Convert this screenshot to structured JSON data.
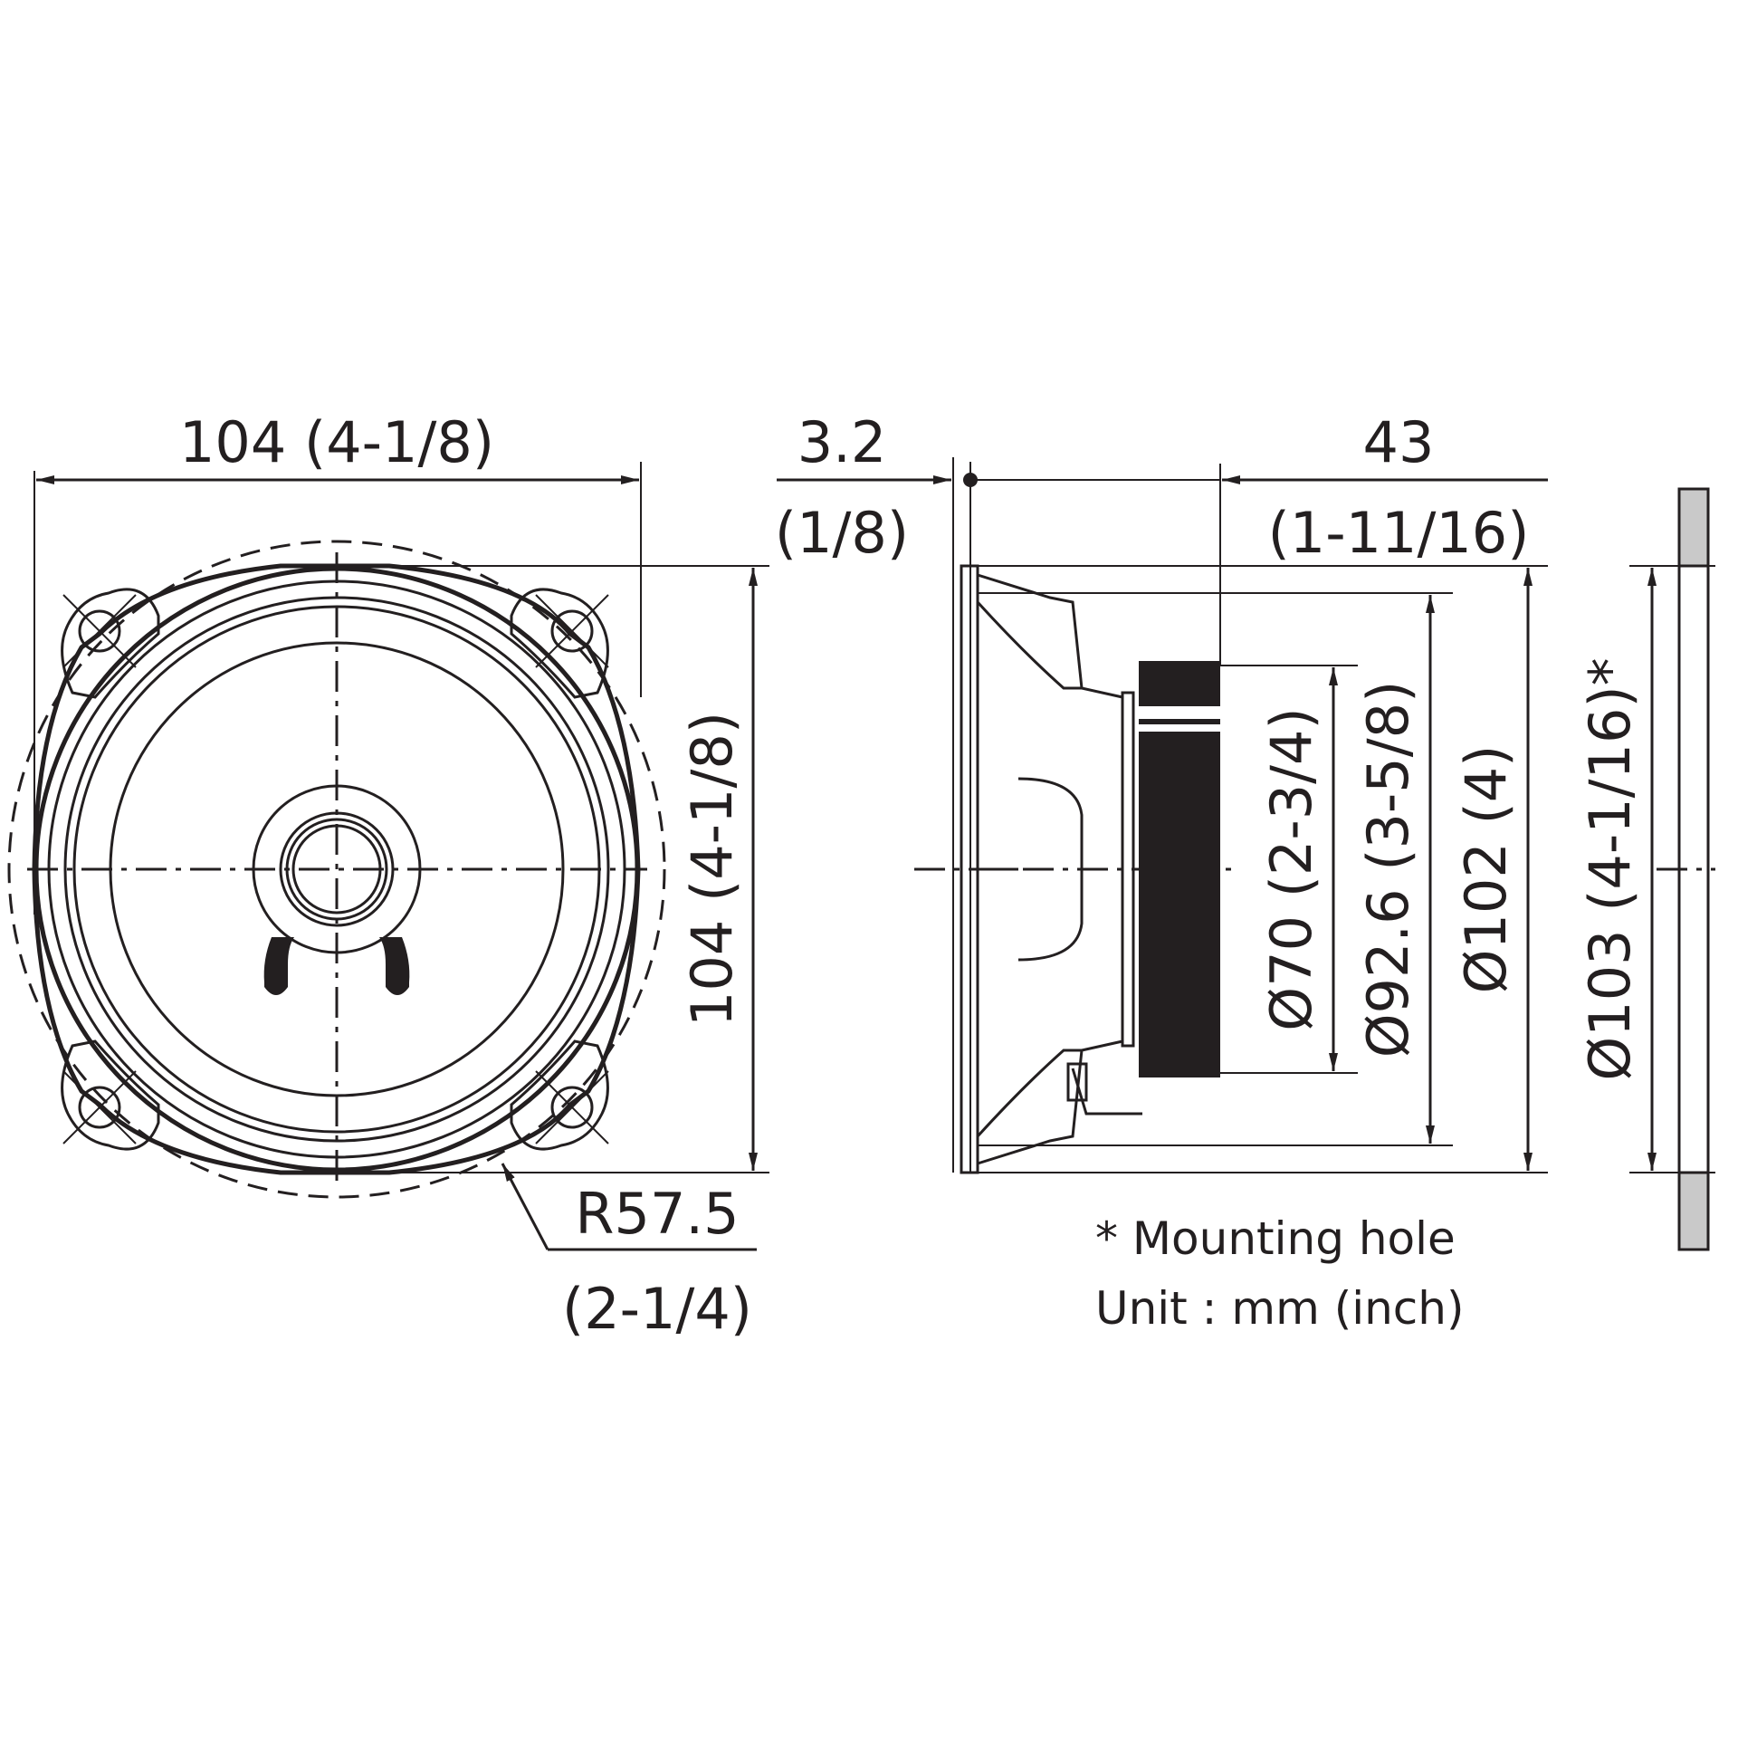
{
  "front_view": {
    "width_label": "104 (4-1/8)",
    "height_label": "104 (4-1/8)",
    "radius_label": "R57.5",
    "radius_inch_label": "(2-1/4)"
  },
  "side_view": {
    "flange_thickness_label": "3.2",
    "flange_thickness_inch_label": "(1/8)",
    "depth_label": "43",
    "depth_inch_label": "(1-11/16)",
    "magnet_dia_label": "Ø70 (2-3/4)",
    "cone_dia_label": "Ø92.6 (3-5/8)",
    "frame_dia_label": "Ø102 (4)"
  },
  "mounting_view": {
    "hole_dia_label": "Ø103 (4-1/16)*"
  },
  "notes": {
    "mounting_hole": "* Mounting hole",
    "unit": "Unit : mm (inch)"
  }
}
